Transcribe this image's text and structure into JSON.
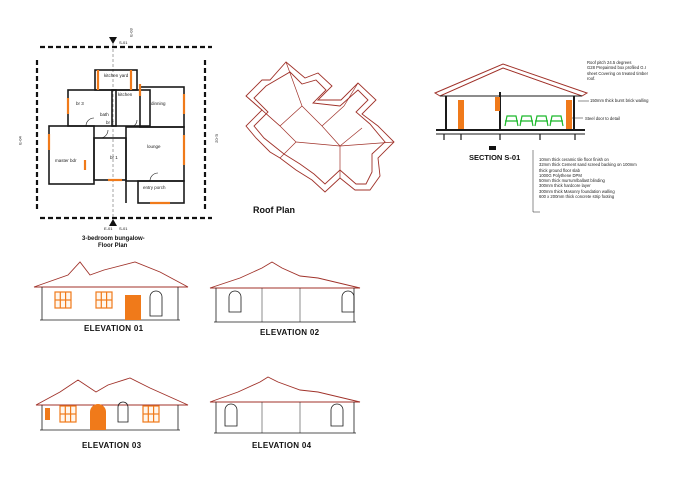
{
  "floor_plan": {
    "title_line1": "3-bedroom bungalow-",
    "title_line2": "Floor Plan",
    "section_marker_top": "S-01",
    "section_marker_bottom": "S-01",
    "axis_top": "E-03",
    "axis_bottom": "E-01",
    "axis_left": "E-04",
    "axis_right": "E-02",
    "rooms": {
      "kitchen_yard": "kitchen yard",
      "kitchen": "kitchen",
      "bath": "bath",
      "br2": "br 2",
      "dinning": "dinning",
      "br3": "br 3",
      "master_bdr": "master bdr",
      "br1": "br 1",
      "lounge": "lounge",
      "entry_porch": "entry porch"
    }
  },
  "roof_plan": {
    "title": "Roof Plan"
  },
  "section": {
    "title": "SECTION S-01",
    "roof_note": [
      "Roof pitch 24.5 degrees",
      "G28 Prepainted box profiled G.I",
      "sheet Covering on treated timber",
      "roof."
    ],
    "wall_note": "150mm thick burnt brick walling",
    "door_note": "Steel door to detail",
    "floor_notes": [
      "10mm thick ceramic tile floor finish on",
      "32mm thick Cement sand screed backing on 100mm",
      "thick ground floor slab",
      "1000G Polythene DPM",
      "50mm thick murrum/ballast blinding",
      "300mm thick hardcore layer",
      "300mm thick Masonry foundation walling",
      "600 x 200mm thick concrete strip footing"
    ]
  },
  "elevations": {
    "e01": "ELEVATION 01",
    "e02": "ELEVATION 02",
    "e03": "ELEVATION 03",
    "e04": "ELEVATION 04"
  },
  "colors": {
    "line": "#1a1a1a",
    "roof": "#a0322a",
    "accent": "#f07a1a",
    "green": "#1bb82a"
  }
}
